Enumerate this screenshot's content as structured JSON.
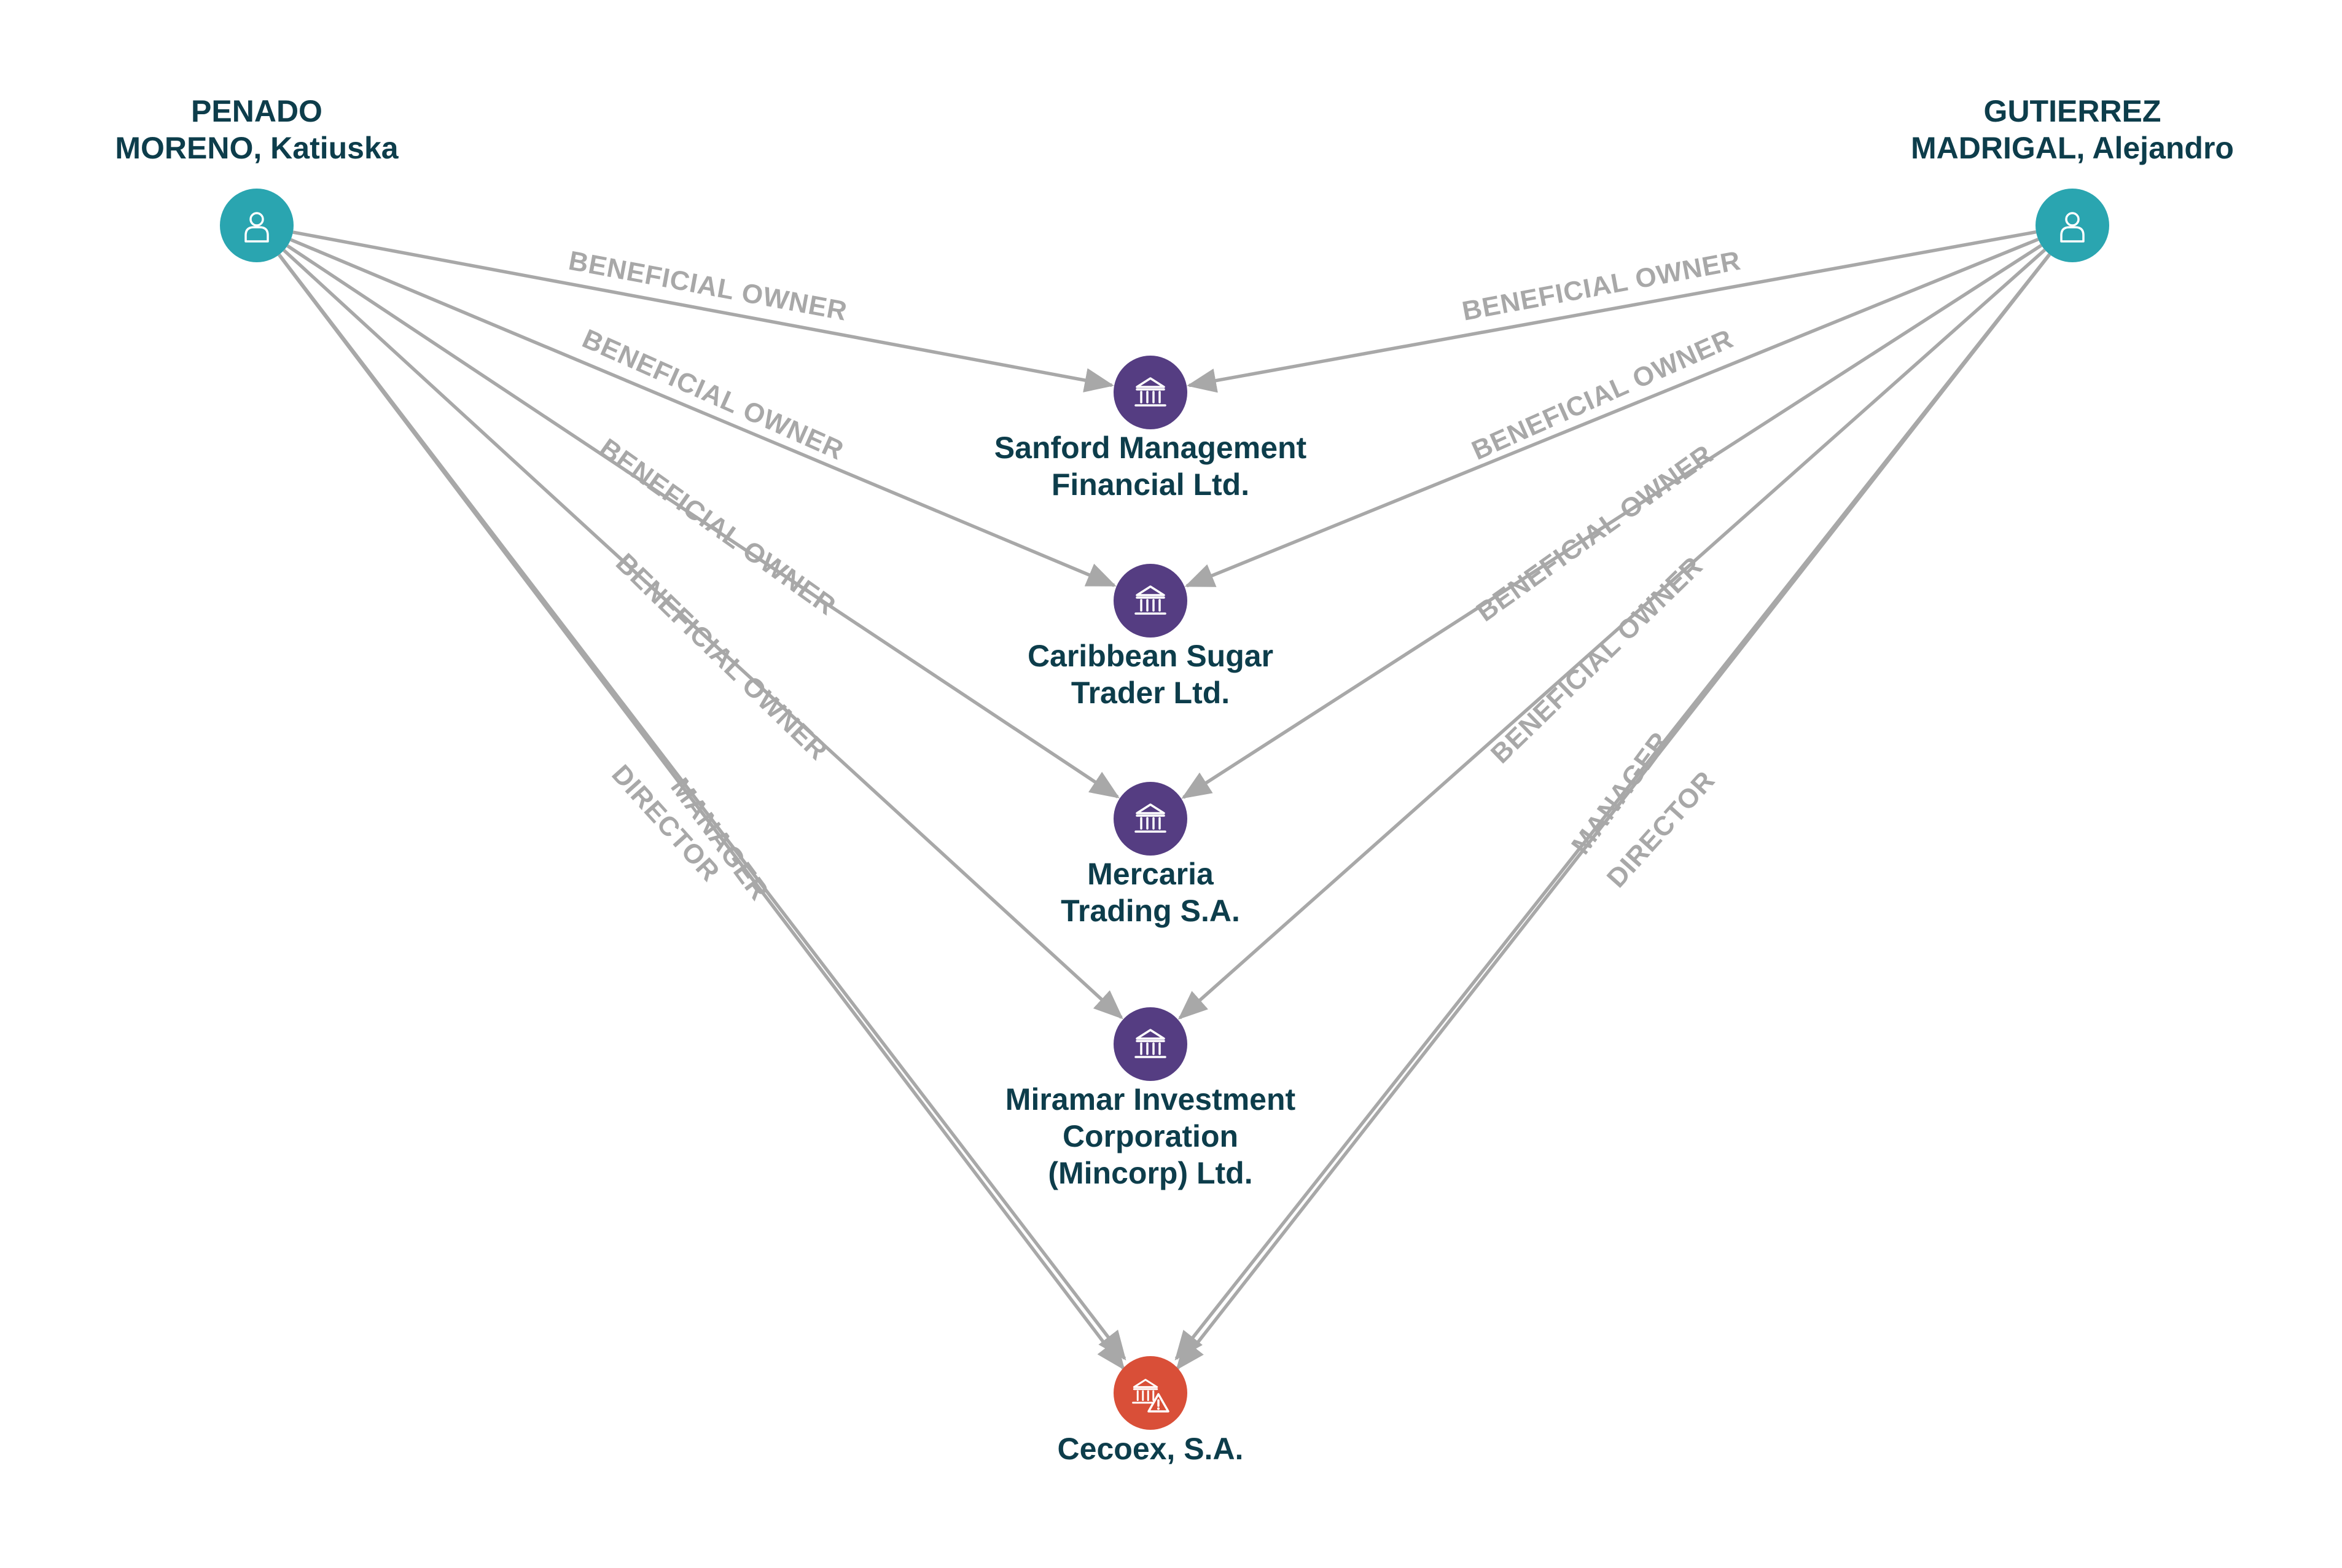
{
  "colors": {
    "person": "#2aa5b0",
    "company": "#553d82",
    "flagged_company": "#d94f38",
    "edge": "#a8a8a8",
    "label_text": "#0d3d4b"
  },
  "nodes": [
    {
      "id": "penado",
      "kind": "person",
      "icon": "person-icon",
      "label": [
        "PENADO",
        "MORENO, Katiuska"
      ]
    },
    {
      "id": "gutierrez",
      "kind": "person",
      "icon": "person-icon",
      "label": [
        "GUTIERREZ",
        "MADRIGAL, Alejandro"
      ]
    },
    {
      "id": "sanford",
      "kind": "company",
      "icon": "bank-icon",
      "label": [
        "Sanford Management",
        "Financial Ltd."
      ]
    },
    {
      "id": "caribbean",
      "kind": "company",
      "icon": "bank-icon",
      "label": [
        "Caribbean Sugar",
        "Trader Ltd."
      ]
    },
    {
      "id": "mercaria",
      "kind": "company",
      "icon": "bank-icon",
      "label": [
        "Mercaria",
        "Trading S.A."
      ]
    },
    {
      "id": "miramar",
      "kind": "company",
      "icon": "bank-icon",
      "label": [
        "Miramar Investment",
        "Corporation",
        "(Mincorp) Ltd."
      ]
    },
    {
      "id": "cecoex",
      "kind": "flagged_company",
      "icon": "bank-warning-icon",
      "label": [
        "Cecoex, S.A."
      ]
    }
  ],
  "edges": [
    {
      "from": "penado",
      "to": "sanford",
      "label": "BENEFICIAL OWNER"
    },
    {
      "from": "penado",
      "to": "caribbean",
      "label": "BENEFICIAL OWNER"
    },
    {
      "from": "penado",
      "to": "mercaria",
      "label": "BENEFICIAL OWNER"
    },
    {
      "from": "penado",
      "to": "miramar",
      "label": "BENEFICIAL OWNER"
    },
    {
      "from": "penado",
      "to": "cecoex",
      "label": "MANAGER"
    },
    {
      "from": "penado",
      "to": "cecoex",
      "label": "DIRECTOR"
    },
    {
      "from": "gutierrez",
      "to": "sanford",
      "label": "BENEFICIAL OWNER"
    },
    {
      "from": "gutierrez",
      "to": "caribbean",
      "label": "BENEFICIAL OWNER"
    },
    {
      "from": "gutierrez",
      "to": "mercaria",
      "label": "BENEFICIAL OWNER"
    },
    {
      "from": "gutierrez",
      "to": "miramar",
      "label": "BENEFICIAL OWNER"
    },
    {
      "from": "gutierrez",
      "to": "cecoex",
      "label": "MANAGER"
    },
    {
      "from": "gutierrez",
      "to": "cecoex",
      "label": "DIRECTOR"
    }
  ]
}
